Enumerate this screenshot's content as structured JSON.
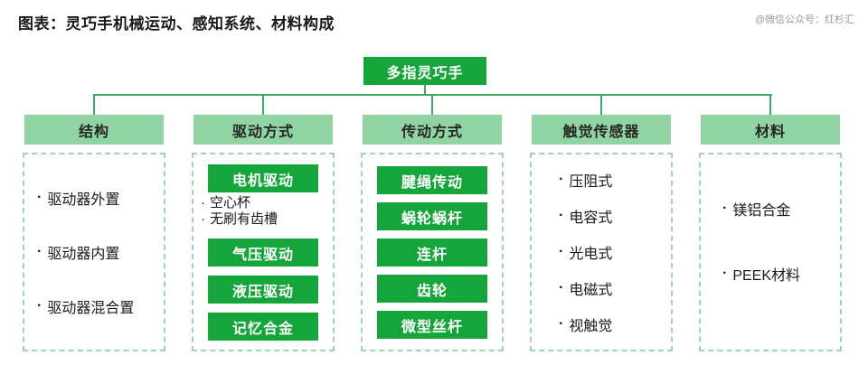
{
  "header": {
    "title": "图表：灵巧手机械运动、感知系统、材料构成",
    "watermark": "@微信公众号：红杉汇"
  },
  "glyphs": {
    "bullet": "·"
  },
  "colors": {
    "dark_green": "#14a63a",
    "light_green": "#90d4a3",
    "line_green": "#3aad5e",
    "dashed_border": "#9bd8ac"
  },
  "root": {
    "label": "多指灵巧手"
  },
  "columns": [
    {
      "header": "结构",
      "items": [
        {
          "type": "bullet",
          "label": "驱动器外置"
        },
        {
          "type": "bullet",
          "label": "驱动器内置"
        },
        {
          "type": "bullet",
          "label": "驱动器混合置"
        }
      ]
    },
    {
      "header": "驱动方式",
      "items": [
        {
          "type": "button",
          "label": "电机驱动"
        },
        {
          "type": "sub-bullet",
          "label": "空心杯"
        },
        {
          "type": "sub-bullet",
          "label": "无刷有齿槽"
        },
        {
          "type": "button",
          "label": "气压驱动"
        },
        {
          "type": "button",
          "label": "液压驱动"
        },
        {
          "type": "button",
          "label": "记忆合金"
        }
      ]
    },
    {
      "header": "传动方式",
      "items": [
        {
          "type": "button",
          "label": "腱绳传动"
        },
        {
          "type": "button",
          "label": "蜗轮蜗杆"
        },
        {
          "type": "button",
          "label": "连杆"
        },
        {
          "type": "button",
          "label": "齿轮"
        },
        {
          "type": "button",
          "label": "微型丝杆"
        }
      ]
    },
    {
      "header": "触觉传感器",
      "items": [
        {
          "type": "bullet",
          "label": "压阻式"
        },
        {
          "type": "bullet",
          "label": "电容式"
        },
        {
          "type": "bullet",
          "label": "光电式"
        },
        {
          "type": "bullet",
          "label": "电磁式"
        },
        {
          "type": "bullet",
          "label": "视触觉"
        }
      ]
    },
    {
      "header": "材料",
      "items": [
        {
          "type": "bullet",
          "label": "镁铝合金"
        },
        {
          "type": "bullet",
          "label": "PEEK材料"
        }
      ]
    }
  ]
}
